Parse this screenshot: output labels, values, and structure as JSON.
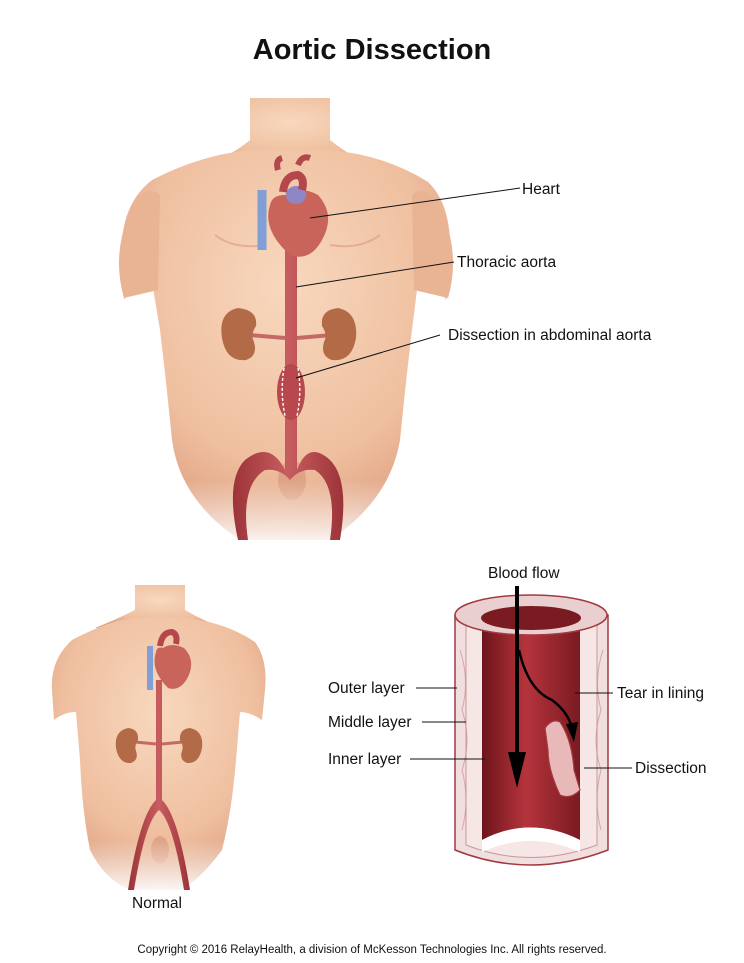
{
  "title": "Aortic Dissection",
  "labels": {
    "heart": "Heart",
    "thoracic_aorta": "Thoracic aorta",
    "dissection_abdominal": "Dissection in abdominal aorta",
    "normal": "Normal",
    "blood_flow": "Blood flow",
    "outer_layer": "Outer layer",
    "middle_layer": "Middle layer",
    "inner_layer": "Inner layer",
    "tear_in_lining": "Tear in lining",
    "dissection": "Dissection"
  },
  "copyright": "Copyright © 2016 RelayHealth, a division of McKesson Technologies Inc. All rights reserved.",
  "colors": {
    "skin": "#f2c6a6",
    "skin_shade": "#dba07f",
    "aorta": "#b4474c",
    "heart": "#c9645a",
    "kidney": "#b2684a",
    "vein": "#7f9fd6",
    "vessel_inner": "#8e1f26",
    "vessel_wall": "#eed3d3"
  }
}
